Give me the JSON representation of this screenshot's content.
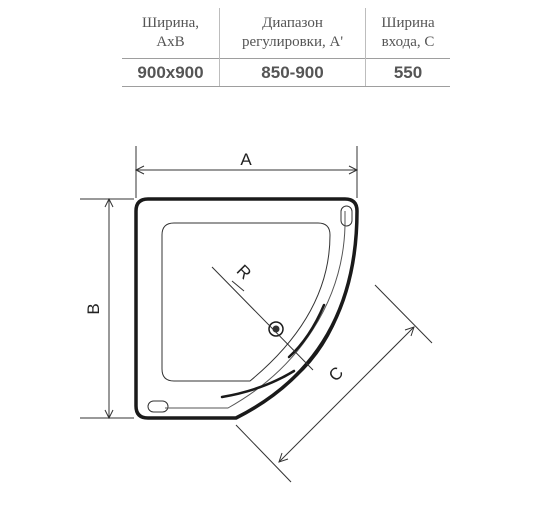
{
  "table": {
    "headers": [
      [
        "Ширина,",
        "AxB"
      ],
      [
        "Диапазон",
        "регулировки, A'"
      ],
      [
        "Ширина",
        "входа, C"
      ]
    ],
    "values": [
      "900x900",
      "850-900",
      "550"
    ]
  },
  "diagram": {
    "labels": {
      "a": "A",
      "b": "B",
      "c": "C",
      "r": "R"
    }
  }
}
